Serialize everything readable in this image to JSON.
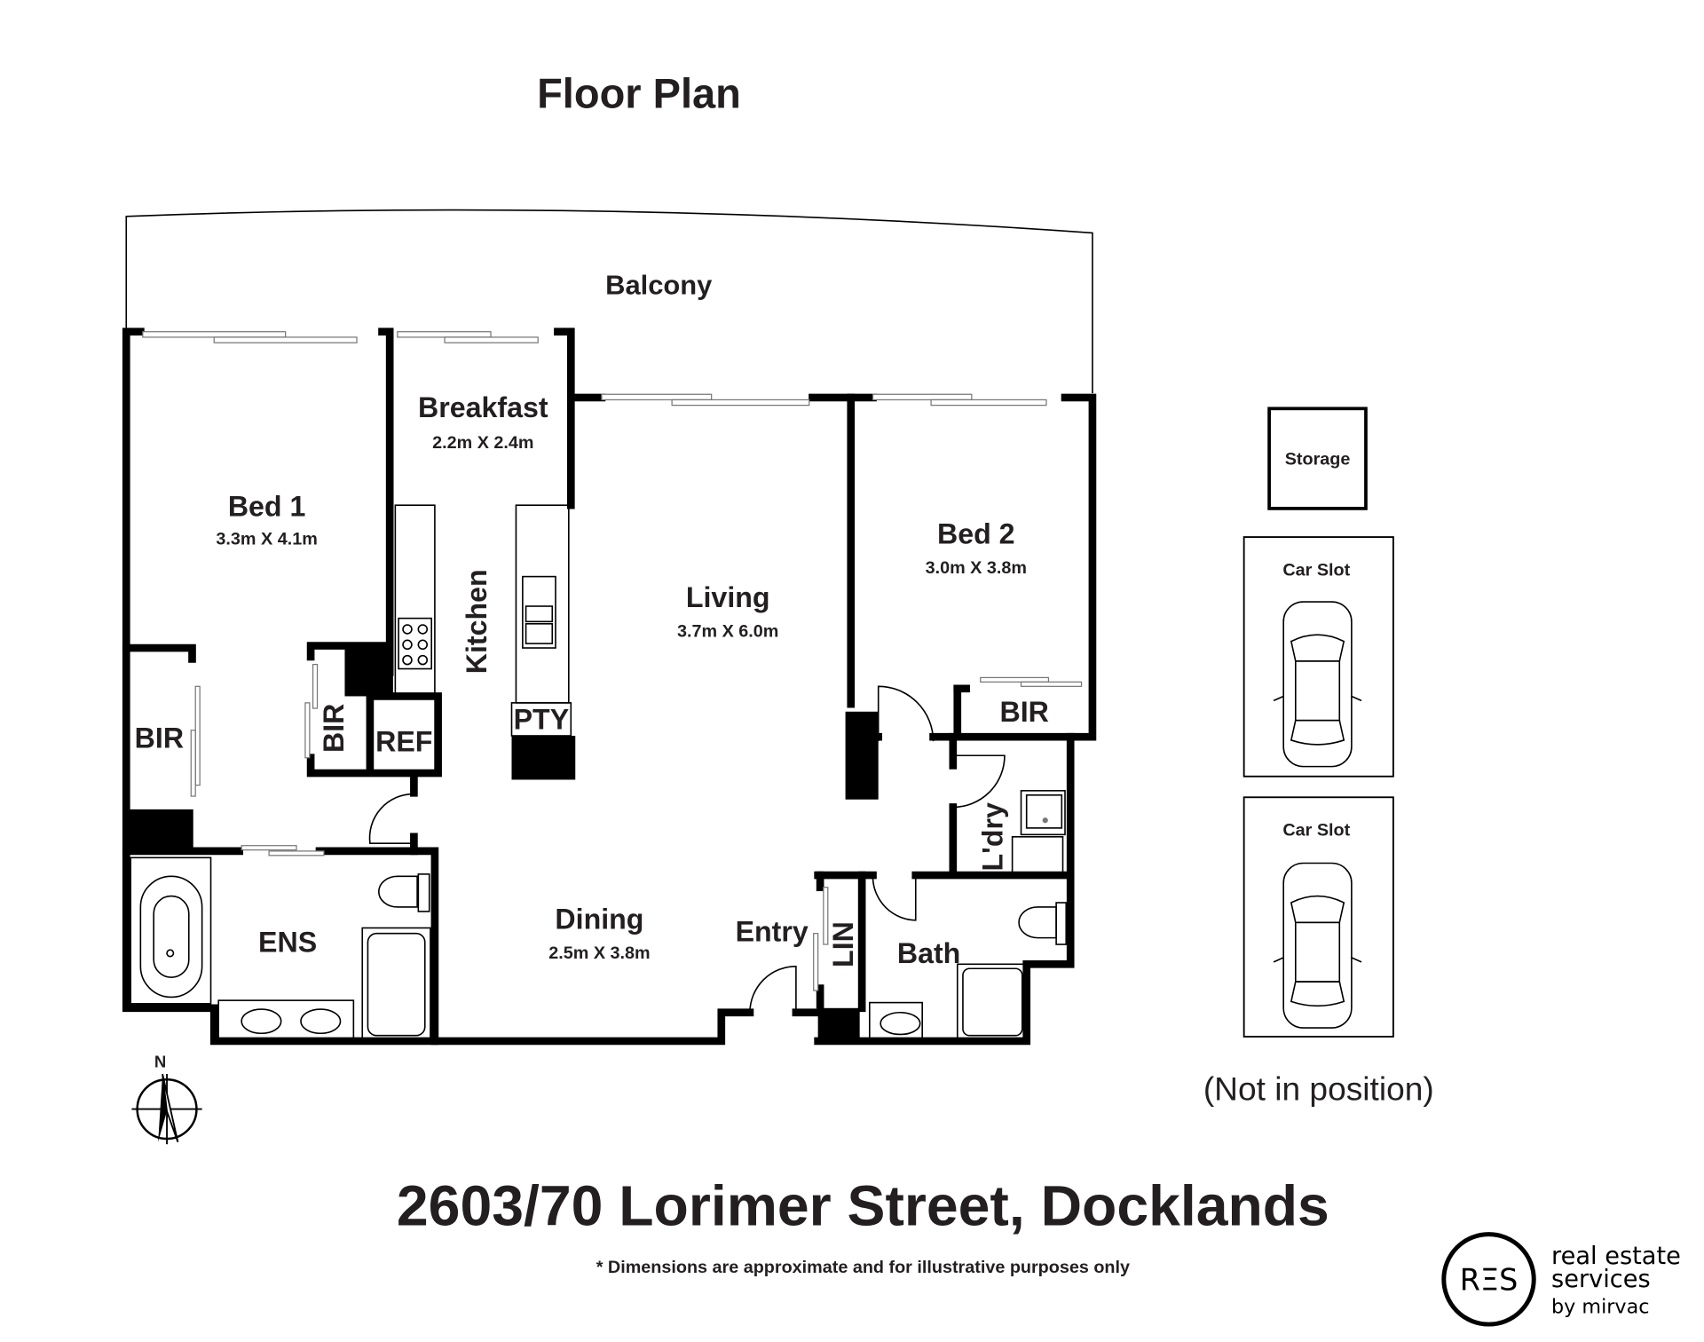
{
  "title": "Floor Plan",
  "rooms": {
    "balcony": "Balcony",
    "breakfast": {
      "name": "Breakfast",
      "dims": "2.2m X 2.4m"
    },
    "bed1": {
      "name": "Bed 1",
      "dims": "3.3m X 4.1m"
    },
    "kitchen": "Kitchen",
    "living": {
      "name": "Living",
      "dims": "3.7m X 6.0m"
    },
    "bed2": {
      "name": "Bed 2",
      "dims": "3.0m X 3.8m"
    },
    "bir_bed1": "BIR",
    "bir_hall": "BIR",
    "bir_bed2": "BIR",
    "ref": "REF",
    "pty": "PTY",
    "laundry": "L'dry",
    "linen": "LIN",
    "ensuite": "ENS",
    "dining": {
      "name": "Dining",
      "dims": "2.5m X 3.8m"
    },
    "entry": "Entry",
    "bath": "Bath"
  },
  "extras": {
    "storage": "Storage",
    "car_slot_1": "Car Slot",
    "car_slot_2": "Car Slot",
    "note": "(Not in position)"
  },
  "compass": "N",
  "address": "2603/70 Lorimer Street, Docklands",
  "disclaimer": "* Dimensions are approximate and for illustrative purposes only",
  "logo": {
    "mark": "RΞS",
    "line1": "real estate",
    "line2": "services",
    "line3": "by mirvac"
  }
}
